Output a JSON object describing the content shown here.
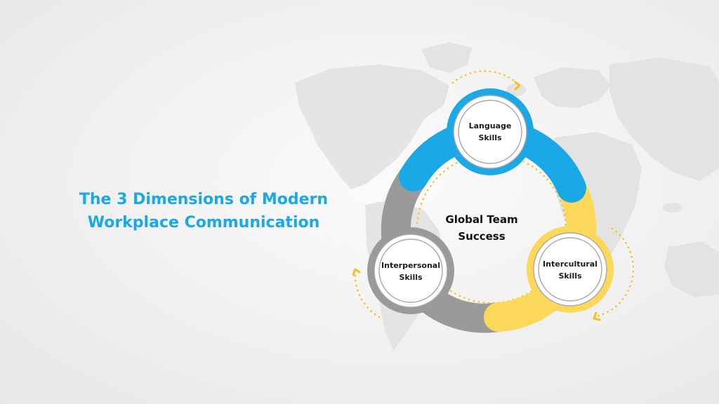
{
  "title": {
    "line1": "The 3 Dimensions of Modern",
    "line2": "Workplace Communication"
  },
  "diagram": {
    "center": {
      "line1": "Global Team",
      "line2": "Success"
    },
    "nodes": [
      {
        "line1": "Language",
        "line2": "Skills",
        "color": "#1aa8e6"
      },
      {
        "line1": "Intercultural",
        "line2": "Skills",
        "color": "#fcd85a"
      },
      {
        "line1": "Interpersonal",
        "line2": "Skills",
        "color": "#9a9a9a"
      }
    ],
    "accent_dot_color": "#f5c21a"
  },
  "background": {
    "icon": "world-map-icon",
    "color": "#f2f2f2"
  }
}
